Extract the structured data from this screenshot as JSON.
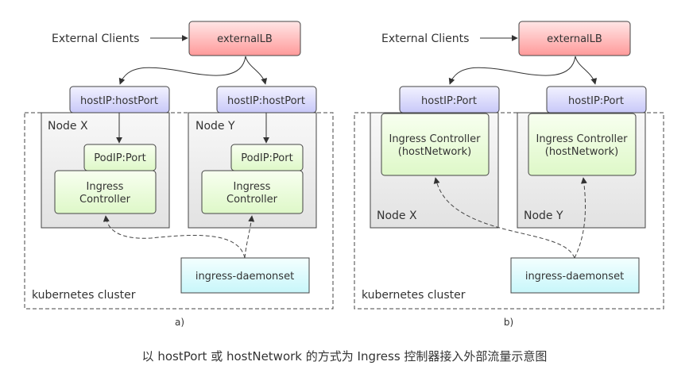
{
  "diagram_a": {
    "sublabel": "a)",
    "external_clients": "External Clients",
    "external_lb": "externalLB",
    "host_port_left": "hostIP:hostPort",
    "host_port_right": "hostIP:hostPort",
    "node_x": "Node X",
    "node_y": "Node Y",
    "pod_port_x": "PodIP:Port",
    "pod_port_y": "PodIP:Port",
    "ingress_x_line1": "Ingress",
    "ingress_x_line2": "Controller",
    "ingress_y_line1": "Ingress",
    "ingress_y_line2": "Controller",
    "daemonset": "ingress-daemonset",
    "cluster": "kubernetes cluster"
  },
  "diagram_b": {
    "sublabel": "b)",
    "external_clients": "External Clients",
    "external_lb": "externalLB",
    "host_port_left": "hostIP:Port",
    "host_port_right": "hostIP:Port",
    "node_x": "Node X",
    "node_y": "Node Y",
    "ingress_x_line1": "Ingress Controller",
    "ingress_x_line2": "(hostNetwork)",
    "ingress_y_line1": "Ingress Controller",
    "ingress_y_line2": "(hostNetwork)",
    "daemonset": "ingress-daemonset",
    "cluster": "kubernetes cluster"
  },
  "caption": "以 hostPort 或 hostNetwork 的方式为 Ingress 控制器接入外部流量示意图",
  "colors": {
    "lb_top": "#ffe6e6",
    "lb_bottom": "#ff9a9a",
    "host_top": "#f2f2ff",
    "host_bottom": "#c8c8f8",
    "green_top": "#f8fff0",
    "green_bottom": "#def8c8",
    "node_top": "#f8f8f8",
    "node_bottom": "#e2e2e2",
    "daemon_top": "#f4ffff",
    "daemon_bottom": "#c8f6fa",
    "stroke": "#333333"
  }
}
